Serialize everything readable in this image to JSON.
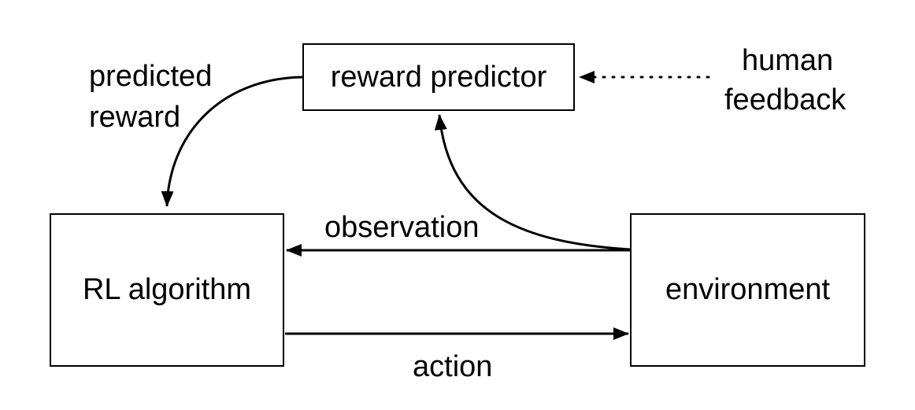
{
  "nodes": {
    "reward_predictor": "reward predictor",
    "rl_algorithm": "RL algorithm",
    "environment": "environment"
  },
  "edges": {
    "predicted_reward": [
      "predicted",
      "reward"
    ],
    "human_feedback": [
      "human",
      "feedback"
    ],
    "observation": "observation",
    "action": "action"
  }
}
